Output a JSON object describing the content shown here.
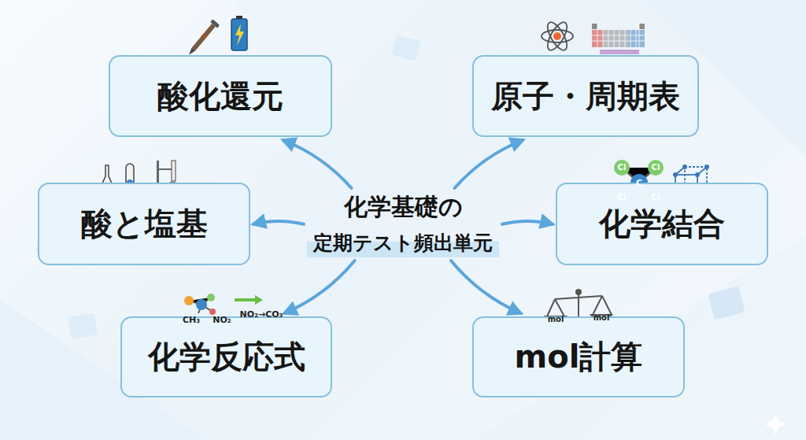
{
  "diagram": {
    "nodes": [
      {
        "text": [
          "酸化還元"
        ]
      },
      {
        "text": [
          "原子・周期表"
        ]
      },
      {
        "text": [
          "酸と塩基"
        ]
      },
      {
        "text": [
          "化学基礎の",
          "定期テスト頻出単元"
        ]
      },
      {
        "text": [
          "化学結合"
        ]
      },
      {
        "text": [
          "化学反応式"
        ]
      },
      {
        "text": [
          "mol計算"
        ]
      }
    ],
    "edges": [
      {
        "from": 3,
        "to": 0,
        "arrow": "to"
      },
      {
        "from": 3,
        "to": 1,
        "arrow": "to"
      },
      {
        "from": 3,
        "to": 2,
        "arrow": "to"
      },
      {
        "from": 3,
        "to": 4,
        "arrow": "to"
      },
      {
        "from": 3,
        "to": 5,
        "arrow": "to"
      },
      {
        "from": 3,
        "to": 6,
        "arrow": "to"
      }
    ],
    "labels": [
      "Cl",
      "Cl",
      "Cl",
      "Cl",
      "C",
      "CH₃",
      "NO₂",
      "NO₂→CO₃",
      "mol",
      "mol"
    ]
  }
}
